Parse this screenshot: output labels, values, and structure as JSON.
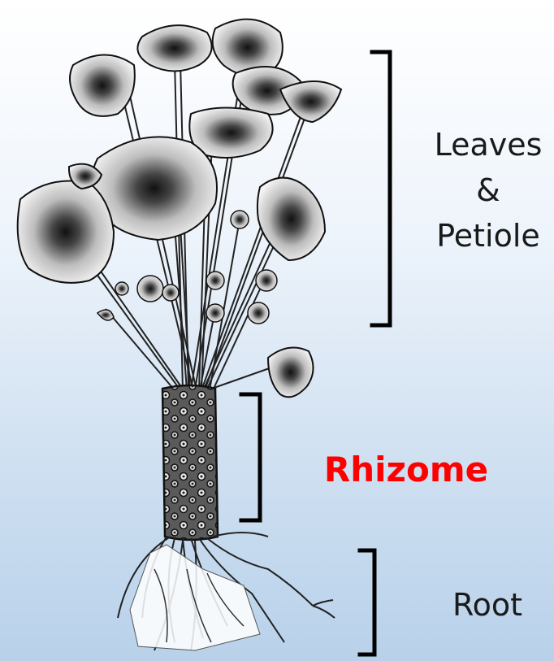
{
  "labels": {
    "leaves_line1": "Leaves",
    "leaves_line2": "&",
    "leaves_line3": "Petiole",
    "rhizome": "Rhizome",
    "root": "Root"
  },
  "colors": {
    "rhizome_label": "#ff0000",
    "text": "#1a1a1a",
    "bracket": "#000000",
    "background_top": "#ffffff",
    "background_bottom": "#b8d1ea"
  },
  "illustration": {
    "subject": "plant with leaves, petioles, rhizome and roots",
    "style": "black ink line drawing"
  }
}
